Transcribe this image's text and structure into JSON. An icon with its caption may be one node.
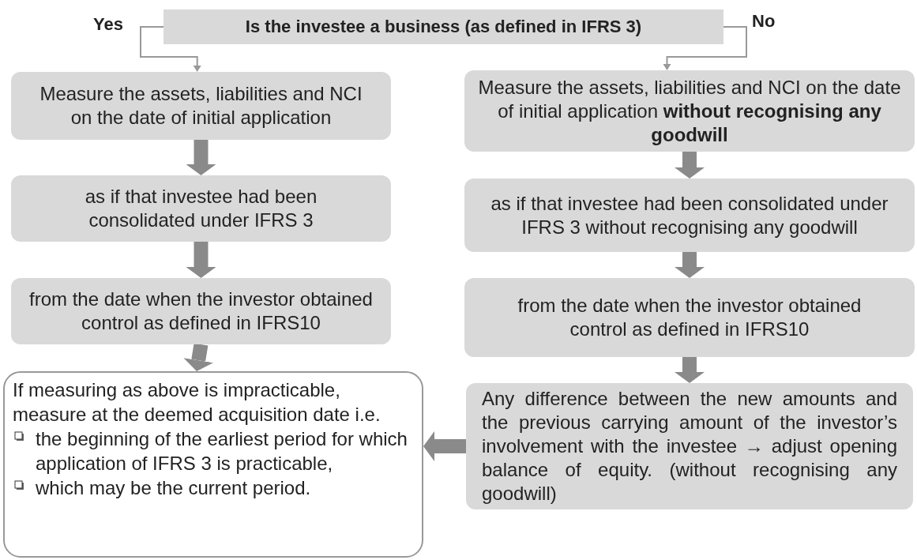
{
  "diagram": {
    "nodes": [
      {
        "text": [
          "Is the investee a business (as defined in IFRS 3)"
        ]
      },
      {
        "text": [
          "Measure the assets, liabilities and NCI on the date of initial application"
        ]
      },
      {
        "text": [
          "as if that investee had been consolidated under IFRS 3"
        ]
      },
      {
        "text": [
          "from the date when the investor obtained control as defined in IFRS10"
        ]
      },
      {
        "text": [
          "If measuring as above is impracticable, measure at the deemed acquisition date i.e.",
          "the beginning of the earliest period for which application of IFRS 3 is practicable,",
          "which may be the current period."
        ]
      },
      {
        "text": [
          "Measure the assets, liabilities and NCI on the date of initial application **without recognising any goodwill**"
        ]
      },
      {
        "text": [
          "as if that investee had been consolidated under IFRS 3 without recognising any goodwill"
        ]
      },
      {
        "text": [
          "from the date when the investor obtained control as defined in IFRS10"
        ]
      },
      {
        "text": [
          "Any difference between the new amounts and the previous carrying amount of the investor’s involvement with the investee → adjust opening balance of equity. (without recognising any goodwill)"
        ]
      }
    ],
    "edges": [
      {
        "from": 0,
        "to": 1,
        "arrow": "to",
        "label": "Yes"
      },
      {
        "from": 0,
        "to": 5,
        "arrow": "to",
        "label": "No"
      },
      {
        "from": 1,
        "to": 2,
        "arrow": "to"
      },
      {
        "from": 2,
        "to": 3,
        "arrow": "to"
      },
      {
        "from": 3,
        "to": 4,
        "arrow": "to"
      },
      {
        "from": 5,
        "to": 6,
        "arrow": "to"
      },
      {
        "from": 6,
        "to": 7,
        "arrow": "to"
      },
      {
        "from": 7,
        "to": 8,
        "arrow": "to"
      },
      {
        "from": 8,
        "to": 4,
        "arrow": "to"
      }
    ]
  }
}
